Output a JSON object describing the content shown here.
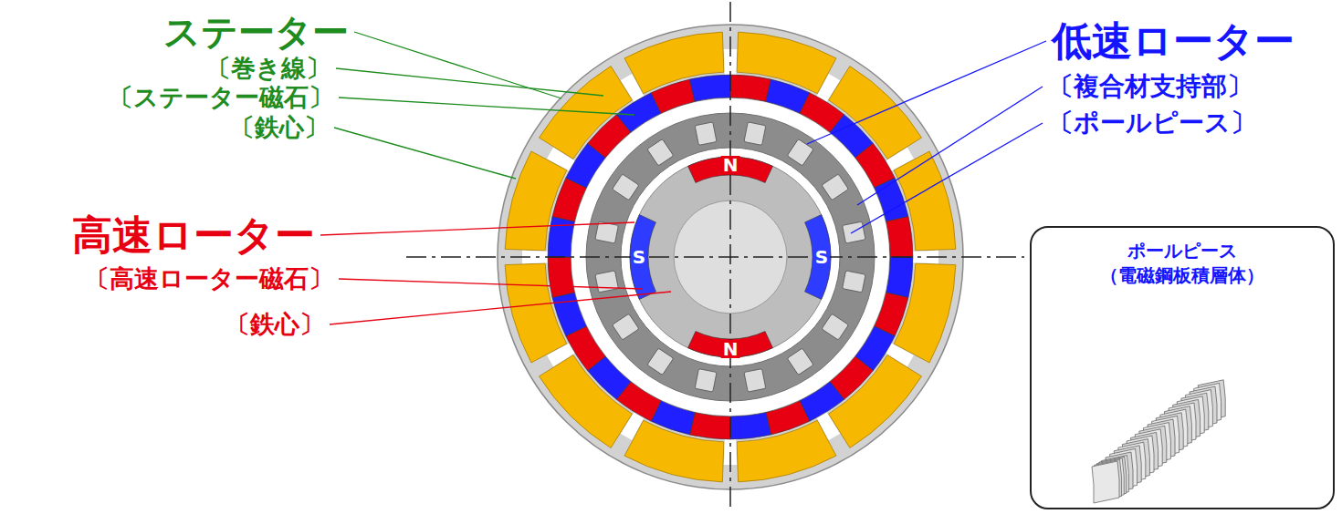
{
  "diagram": {
    "nodes": [
      {
        "text": [
          "ポールピース",
          "（電磁鋼板積層体）"
        ]
      }
    ],
    "labels": [
      "ステーター",
      "〔巻き線〕",
      "〔ステーター磁石〕",
      "〔鉄心〕",
      "低速ローター",
      "〔複合材支持部〕",
      "〔ポールピース〕",
      "高速ローター",
      "〔高速ローター磁石〕",
      "〔鉄心〕",
      "N",
      "S",
      "S",
      "N"
    ]
  }
}
